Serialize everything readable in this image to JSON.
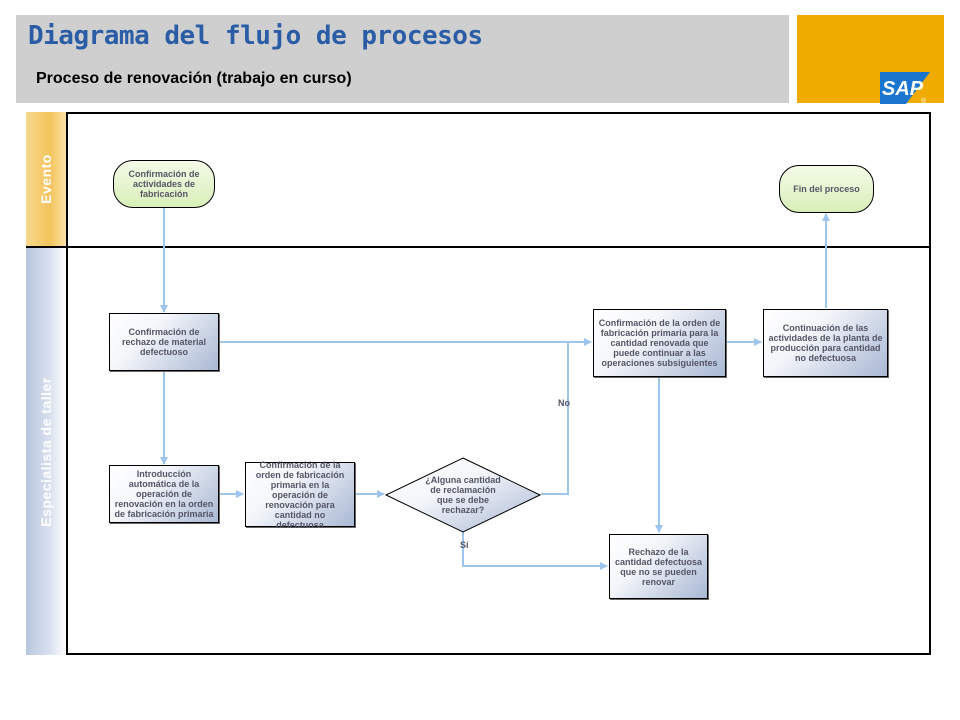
{
  "header": {
    "title": "Diagrama del flujo de procesos",
    "subtitle": "Proceso de renovación (trabajo en curso)"
  },
  "logo": {
    "text": "SAP",
    "registered": "®"
  },
  "lanes": {
    "event": "Evento",
    "shop": "Especialista de taller"
  },
  "nodes": {
    "start": "Confirmación de actividades de fabricación",
    "end": "Fin del proceso",
    "scrap_confirm": "Confirmación de rechazo de material defectuoso",
    "auto_insert": "Introducción automática de la operación de renovación en la orden de fabricación primaria",
    "confirm_rework_op": "Confirmación de la orden de fabricación primaria en la operación de renovación para cantidad no defectuosa",
    "decision": "¿Alguna cantidad de reclamación que se debe rechazar?",
    "confirm_primary": "Confirmación de la orden de fabricación primaria para la cantidad renovada que puede continuar a las operaciones subsiguientes",
    "continue_plant": "Continuación de las actividades de la planta de producción para cantidad no defectuosa",
    "reject": "Rechazo de la cantidad defectuosa que no se pueden renovar"
  },
  "edge_labels": {
    "no": "No",
    "yes": "Sí"
  },
  "colors": {
    "title": "#2b5da7",
    "header_bg": "#cfcfcf",
    "brand": "#f0ab00",
    "logo_blue": "#1a75cf",
    "connector": "#9ec5ee",
    "node_text": "#555566"
  }
}
